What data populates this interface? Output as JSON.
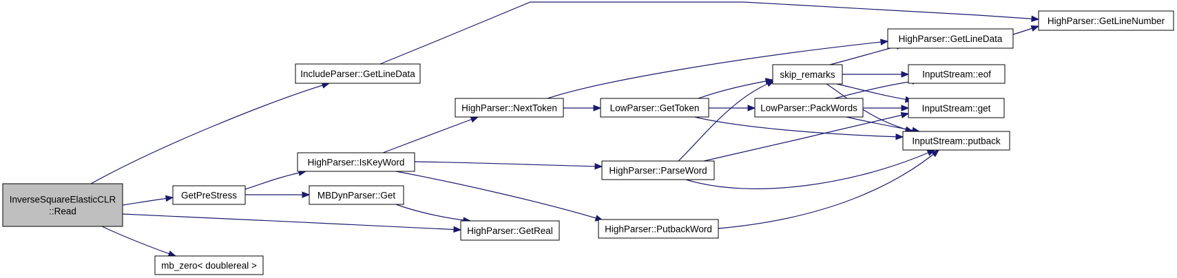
{
  "nodes": [
    {
      "id": "root",
      "lines": [
        "InverseSquareElasticCLR",
        "::Read"
      ],
      "root": true
    },
    {
      "id": "include_getlinedata",
      "lines": [
        "IncludeParser::GetLineData"
      ]
    },
    {
      "id": "getprestress",
      "lines": [
        "GetPreStress"
      ]
    },
    {
      "id": "getreal",
      "lines": [
        "HighParser::GetReal"
      ]
    },
    {
      "id": "mbzero",
      "lines": [
        "mb_zero< doublereal >"
      ]
    },
    {
      "id": "high_getlinenumber",
      "lines": [
        "HighParser::GetLineNumber"
      ]
    },
    {
      "id": "iskeyword",
      "lines": [
        "HighParser::IsKeyWord"
      ]
    },
    {
      "id": "mbdyn_get",
      "lines": [
        "MBDynParser::Get"
      ]
    },
    {
      "id": "nexttoken",
      "lines": [
        "HighParser::NextToken"
      ]
    },
    {
      "id": "parseword",
      "lines": [
        "HighParser::ParseWord"
      ]
    },
    {
      "id": "putbackword",
      "lines": [
        "HighParser::PutbackWord"
      ]
    },
    {
      "id": "high_getlinedata",
      "lines": [
        "HighParser::GetLineData"
      ]
    },
    {
      "id": "lowgettoken",
      "lines": [
        "LowParser::GetToken"
      ]
    },
    {
      "id": "skip_remarks",
      "lines": [
        "skip_remarks"
      ]
    },
    {
      "id": "packwords",
      "lines": [
        "LowParser::PackWords"
      ]
    },
    {
      "id": "eof",
      "lines": [
        "InputStream::eof"
      ]
    },
    {
      "id": "get",
      "lines": [
        "InputStream::get"
      ]
    },
    {
      "id": "putback",
      "lines": [
        "InputStream::putback"
      ]
    }
  ],
  "edges": [
    {
      "from": "root",
      "to": "include_getlinedata"
    },
    {
      "from": "root",
      "to": "getprestress"
    },
    {
      "from": "root",
      "to": "getreal"
    },
    {
      "from": "root",
      "to": "mbzero"
    },
    {
      "from": "include_getlinedata",
      "to": "high_getlinenumber"
    },
    {
      "from": "getprestress",
      "to": "iskeyword"
    },
    {
      "from": "getprestress",
      "to": "mbdyn_get"
    },
    {
      "from": "mbdyn_get",
      "to": "getreal"
    },
    {
      "from": "iskeyword",
      "to": "nexttoken"
    },
    {
      "from": "iskeyword",
      "to": "parseword"
    },
    {
      "from": "iskeyword",
      "to": "putbackword"
    },
    {
      "from": "nexttoken",
      "to": "high_getlinedata"
    },
    {
      "from": "nexttoken",
      "to": "lowgettoken"
    },
    {
      "from": "high_getlinedata",
      "to": "high_getlinenumber"
    },
    {
      "from": "lowgettoken",
      "to": "skip_remarks"
    },
    {
      "from": "lowgettoken",
      "to": "packwords"
    },
    {
      "from": "lowgettoken",
      "to": "putback"
    },
    {
      "from": "parseword",
      "to": "skip_remarks"
    },
    {
      "from": "parseword",
      "to": "get"
    },
    {
      "from": "parseword",
      "to": "putback"
    },
    {
      "from": "putbackword",
      "to": "putback"
    },
    {
      "from": "skip_remarks",
      "to": "high_getlinedata"
    },
    {
      "from": "skip_remarks",
      "to": "eof"
    },
    {
      "from": "skip_remarks",
      "to": "get"
    },
    {
      "from": "skip_remarks",
      "to": "putback"
    },
    {
      "from": "packwords",
      "to": "eof"
    },
    {
      "from": "packwords",
      "to": "get"
    },
    {
      "from": "packwords",
      "to": "putback"
    }
  ]
}
